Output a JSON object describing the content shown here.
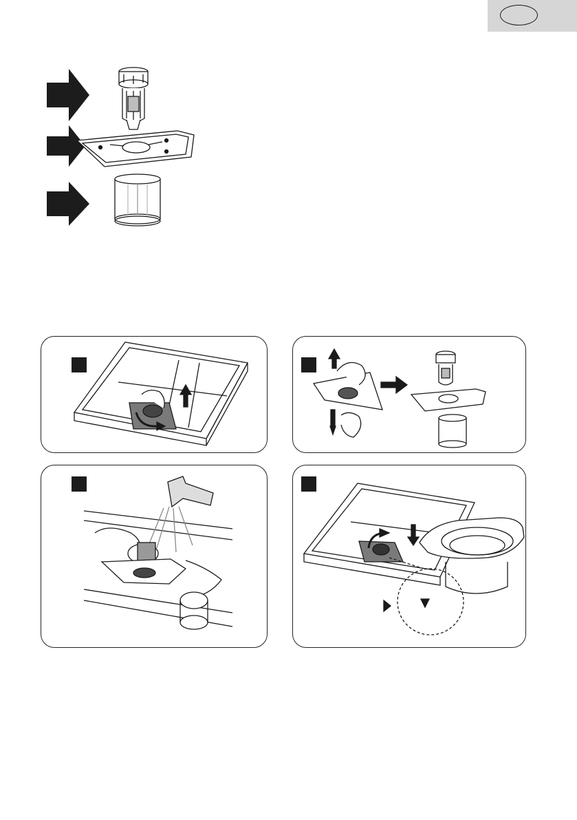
{
  "page": {
    "language_badge": "",
    "colors": {
      "badge_bg": "#d6d6d6",
      "line": "#222222",
      "marker": "#1c1c1c",
      "filter_gray": "#7a7a7a"
    }
  },
  "top_figure": {
    "items": [
      {
        "name": "coarse-filter",
        "pointer": "arrow-right-icon"
      },
      {
        "name": "flat-filter",
        "pointer": "arrow-right-icon"
      },
      {
        "name": "fine-filter",
        "pointer": "arrow-right-icon"
      }
    ]
  },
  "steps": [
    {
      "marker": "",
      "illustration": "rotate-and-lift-filter-assembly"
    },
    {
      "marker": "",
      "illustration": "separate-filter-parts"
    },
    {
      "marker": "",
      "illustration": "rinse-filters-under-tap"
    },
    {
      "marker": "",
      "illustration": "reinsert-filter-assembly"
    }
  ]
}
